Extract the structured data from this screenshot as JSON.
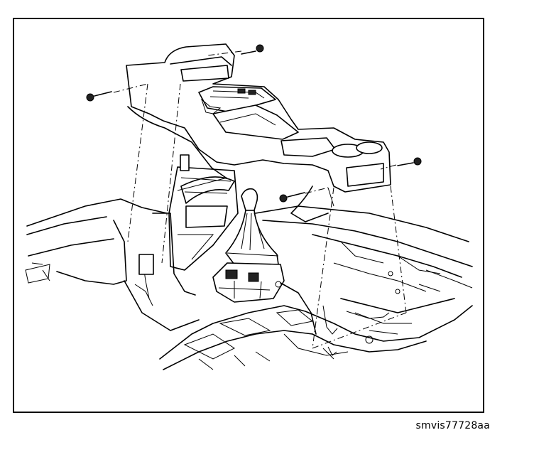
{
  "figure": {
    "caption": "smvis77728aa",
    "border_color": "#000000",
    "background_color": "#ffffff"
  },
  "diagram": {
    "parts": [
      {
        "id": "console",
        "name": "console-housing-icon"
      },
      {
        "id": "shifter",
        "name": "shift-lever-icon"
      },
      {
        "id": "floor",
        "name": "floor-panel-icon"
      },
      {
        "id": "bracket",
        "name": "console-bracket-icon"
      },
      {
        "id": "fasteners",
        "name": "console-bolt-icon",
        "count": 4
      }
    ]
  }
}
